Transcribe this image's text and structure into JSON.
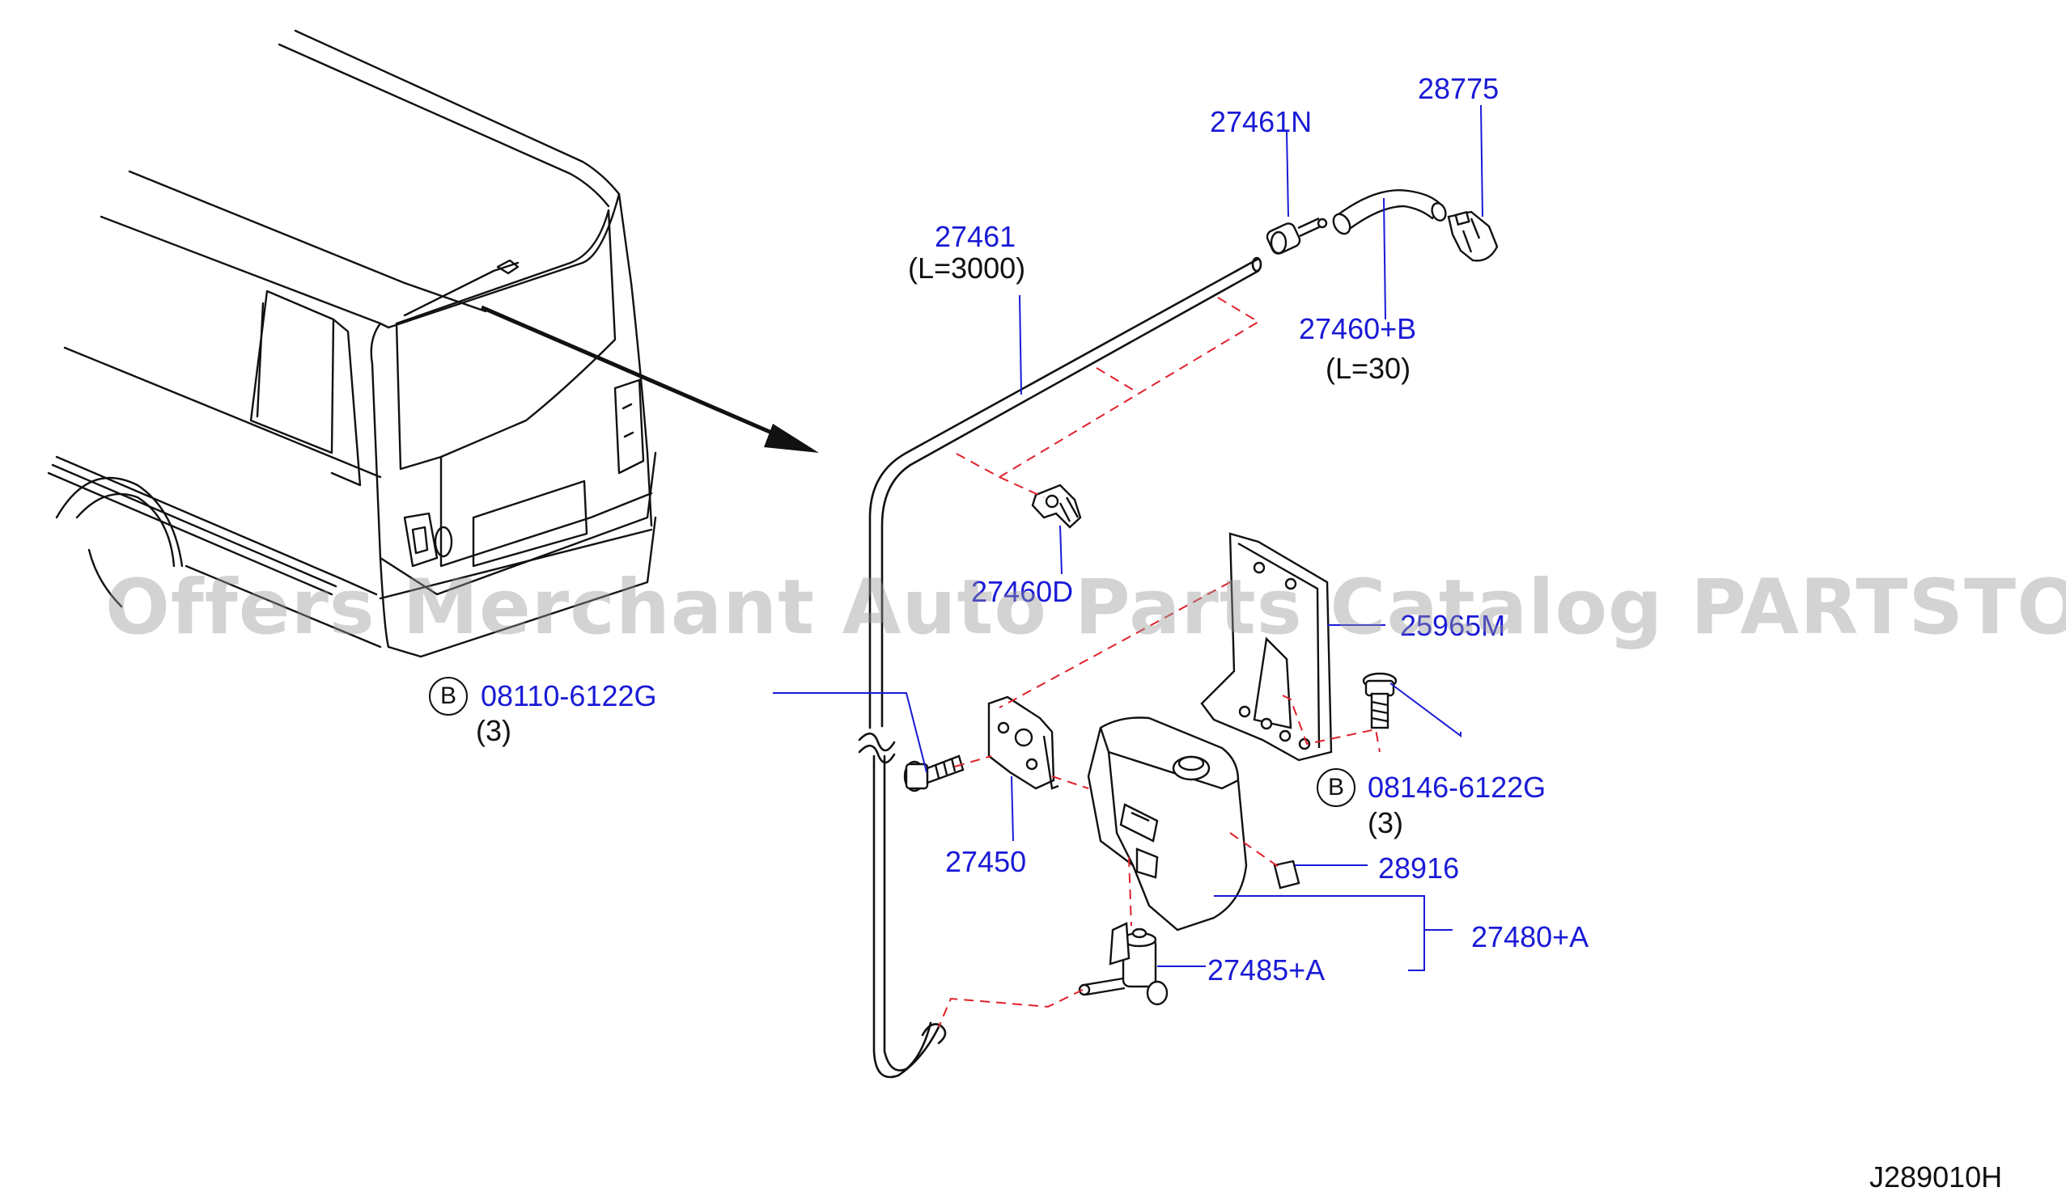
{
  "parts": [
    {
      "id": "p_28775",
      "number": "28775"
    },
    {
      "id": "p_27461N",
      "number": "27461N"
    },
    {
      "id": "p_27461",
      "number": "27461",
      "note": "(L=3000)"
    },
    {
      "id": "p_27460B",
      "number": "27460+B",
      "note": "(L=30)"
    },
    {
      "id": "p_27460D",
      "number": "27460D"
    },
    {
      "id": "p_25965M",
      "number": "25965M"
    },
    {
      "id": "p_08110",
      "number": "08110-6122G",
      "qty": "(3)",
      "badge": "B"
    },
    {
      "id": "p_08146",
      "number": "08146-6122G",
      "qty": "(3)",
      "badge": "B"
    },
    {
      "id": "p_27450",
      "number": "27450"
    },
    {
      "id": "p_28916",
      "number": "28916"
    },
    {
      "id": "p_27480A",
      "number": "27480+A"
    },
    {
      "id": "p_27485A",
      "number": "27485+A"
    }
  ],
  "diagram_code": "J289010H",
  "watermark": "Offers Merchant Auto Parts Catalog PARTSTORE.SA",
  "colors": {
    "label": "#1a1ad6",
    "leader": "#1a1ad6",
    "dash": "#e0202a",
    "line": "#111111"
  }
}
